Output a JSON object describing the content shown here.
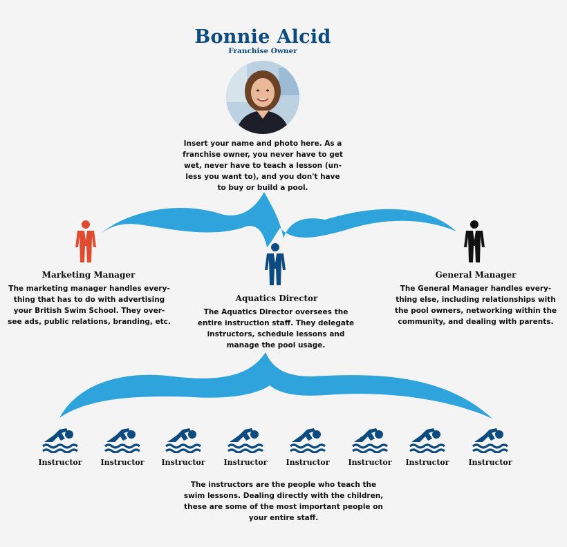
{
  "owner": {
    "name": "Bonnie Alcid",
    "title": "Franchise Owner",
    "description": "Insert your name and photo here. As a\nfranchise owner, you never have to get\nwet, never have to teach a lesson (un-\nless you want to), and you don't have\nto buy or build a pool."
  },
  "roles": [
    {
      "name": "Marketing Manager",
      "description": "The marketing manager handles every-\nthing that has to do with advertising\nyour British Swim School. They over-\nsee ads, public relations, branding, etc.",
      "icon": "person-red-icon",
      "color": "#e04a2e"
    },
    {
      "name": "Aquatics Director",
      "description": "The Aquatics Director oversees the\nentire instruction staff. They delegate\ninstructors, schedule lessons and\nmanage the pool usage.",
      "icon": "person-blue-icon",
      "color": "#0d4a80"
    },
    {
      "name": "General Manager",
      "description": "The General Manager handles every-\nthing else, including relationships with\nthe pool owners, networking within the\ncommunity, and dealing with parents.",
      "icon": "person-black-icon",
      "color": "#111111"
    }
  ],
  "instructors": {
    "labels": [
      "Instructor",
      "Instructor",
      "Instructor",
      "Instructor",
      "Instructor",
      "Instructor",
      "Instructor",
      "Instructor"
    ],
    "icon": "swimmer-icon",
    "description": "The instructors are the people who teach the\nswim lessons. Dealing directly with the children,\nthese are some of the most important people on\nyour entire staff."
  },
  "colors": {
    "wave": "#2ea3dc",
    "navy": "#0d4a80",
    "red": "#e04a2e",
    "black": "#111111"
  }
}
